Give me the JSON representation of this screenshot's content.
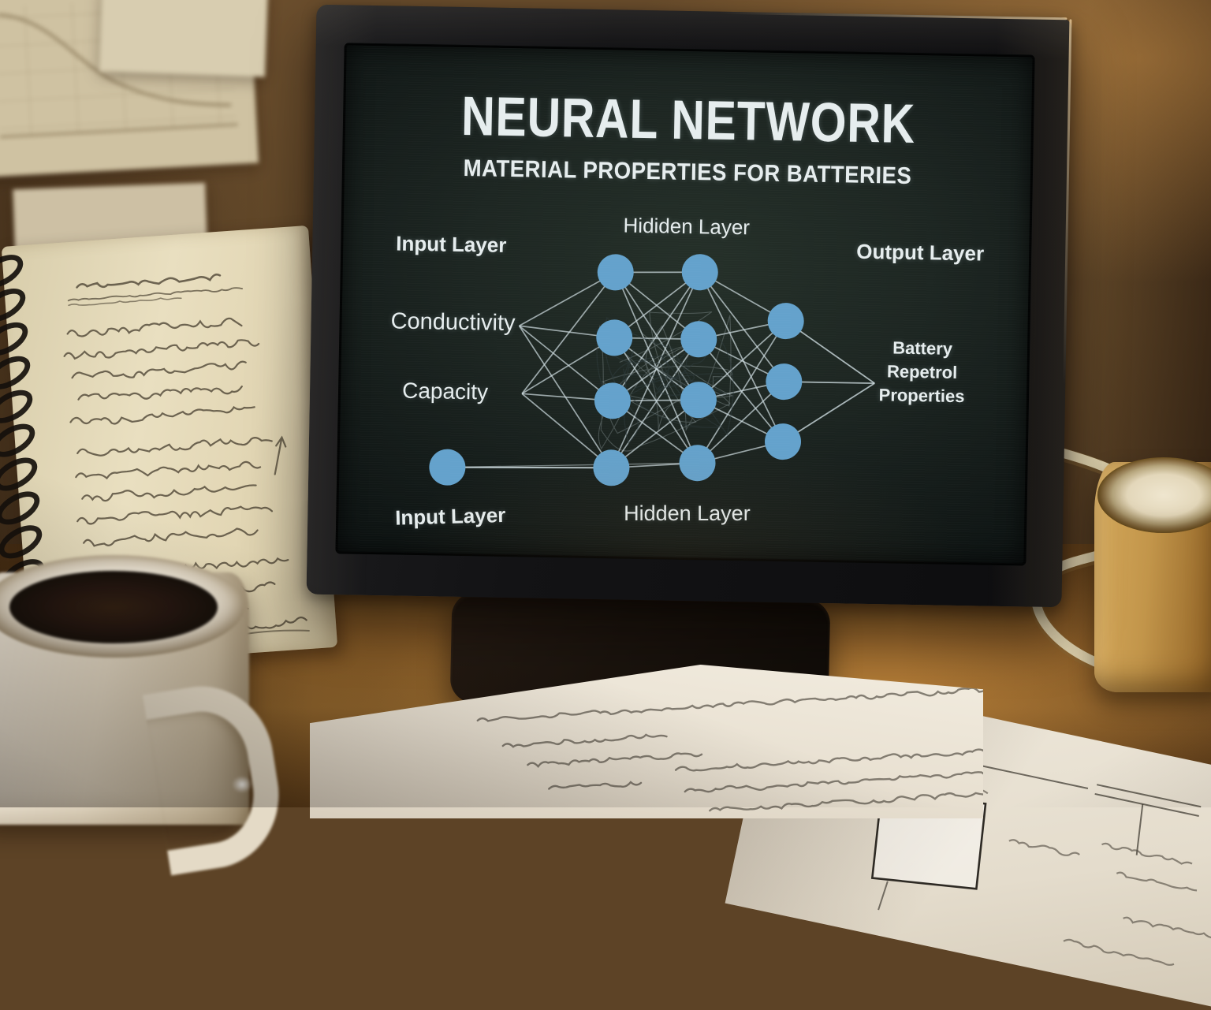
{
  "screen": {
    "title": "NEURAL NETWORK",
    "subtitle": "MATERIAL PROPERTIES FOR BATTERIES",
    "labels": {
      "input_top": "Input Layer",
      "hidden_top": "Hididen Layer",
      "output_top": "Output Layer",
      "input_feature_1": "Conductivity",
      "input_feature_2": "Capacity",
      "input_bottom": "Input Layer",
      "hidden_bottom": "Hidden Layer",
      "output_line1": "Battery",
      "output_line2": "Repetrol",
      "output_line3": "Properties"
    },
    "network": {
      "type": "neural-network-diagram",
      "layers": [
        {
          "name": "input",
          "nodes": 1
        },
        {
          "name": "hidden-1",
          "nodes": 4
        },
        {
          "name": "hidden-2",
          "nodes": 4
        },
        {
          "name": "output",
          "nodes": 3
        }
      ]
    }
  },
  "palette": {
    "node_blue": "#64a2cc",
    "edge": "#ccdade",
    "screen_text": "#e6edee",
    "screen_bg": "#1b2220",
    "bezel": "#121214",
    "desk": "#7a5524",
    "wall": "#5d4326",
    "paper": "#efe8da",
    "notebook_page": "#e4d9ba",
    "mug_left": "#e6dcc8",
    "mug_right": "#bb8c42",
    "handwriting": "#4a4132"
  }
}
